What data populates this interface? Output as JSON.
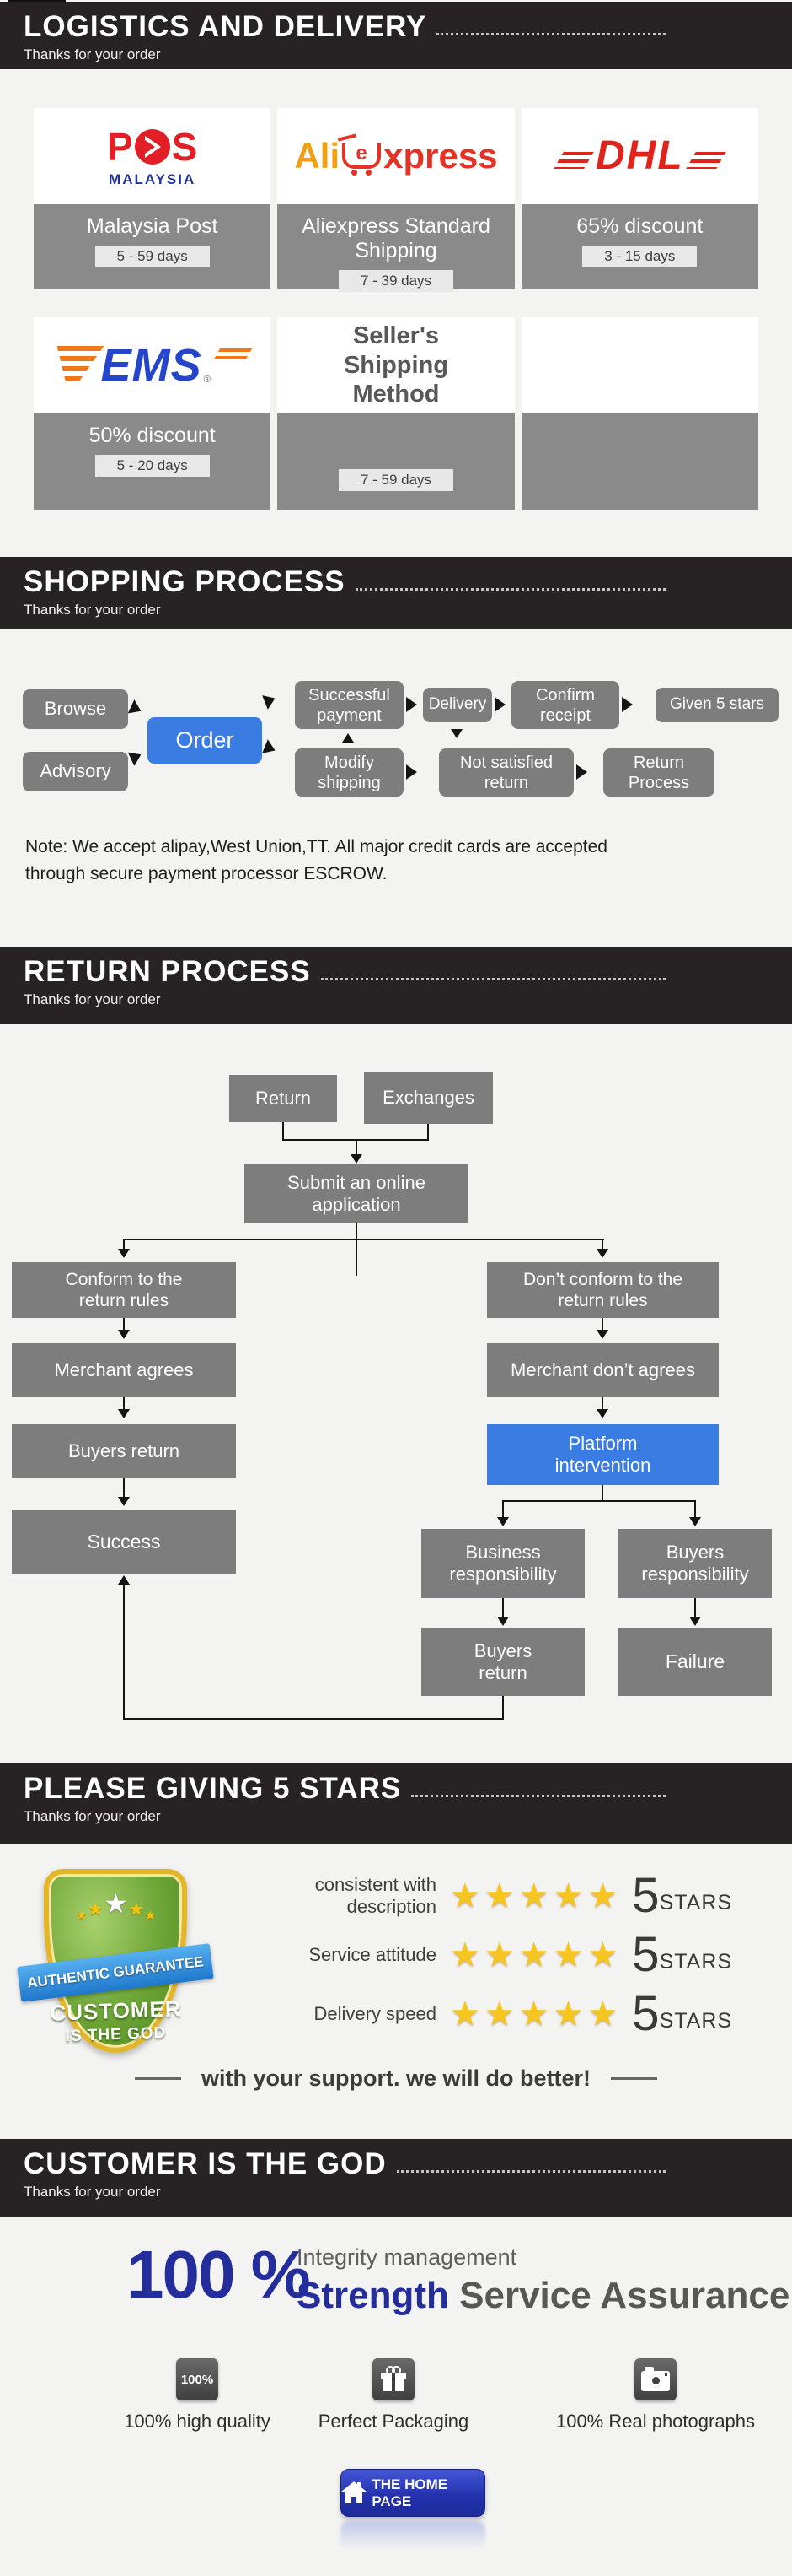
{
  "header_sections": {
    "logistics": "LOGISTICS AND DELIVERY",
    "shopping": "SHOPPING PROCESS",
    "return_process": "RETURN PROCESS",
    "five_stars": "PLEASE GIVING 5 STARS",
    "customer": "CUSTOMER IS THE GOD",
    "thanks": "Thanks for your order"
  },
  "logistics": {
    "pos": {
      "p": "P",
      "s": "S",
      "sub": "MALAYSIA"
    },
    "ali": {
      "prefix": "Ali",
      "cart_letter": "e",
      "suffix": "xpress"
    },
    "dhl": {
      "text": "DHL"
    },
    "ems": {
      "text": "EMS",
      "reg": "®"
    },
    "seller_method": "Seller's Shipping Method",
    "row1": [
      {
        "name": "Malaysia Post",
        "days": "5 - 59 days"
      },
      {
        "name": "Aliexpress Standard Shipping",
        "days": "7 - 39 days"
      },
      {
        "name": "65% discount",
        "days": "3 - 15 days"
      }
    ],
    "row2": [
      {
        "name": "50% discount",
        "days": "5 - 20 days"
      },
      {
        "name": "",
        "days": "7 - 59 days"
      },
      {
        "name": "",
        "days": ""
      }
    ]
  },
  "shopping": {
    "browse": "Browse",
    "advisory": "Advisory",
    "order": "Order",
    "successful_payment": "Successful payment",
    "delivery": "Delivery",
    "confirm_receipt": "Confirm receipt",
    "given_5_stars": "Given 5 stars",
    "modify_shipping": "Modify shipping",
    "not_satisfied_return": "Not satisfied return",
    "return_process": "Return Process",
    "note_line1": "Note: We accept alipay,West Union,TT. All major credit cards are accepted",
    "note_line2": "through secure payment processor ESCROW."
  },
  "return_flow": {
    "return": "Return",
    "exchanges": "Exchanges",
    "submit": "Submit an online application",
    "conform": "Conform to the return rules",
    "not_conform": "Don’t conform to the return rules",
    "merchant_agrees": "Merchant agrees",
    "merchant_dont_agrees": "Merchant don’t agrees",
    "buyers_return": "Buyers return",
    "platform": "Platform intervention",
    "success": "Success",
    "business_responsibility": "Business responsibility",
    "buyers_responsibility": "Buyers responsibility",
    "buyers_return2": "Buyers return",
    "failure": "Failure"
  },
  "five_stars": {
    "badge": {
      "ribbon": "AUTHENTIC GUARANTEE",
      "line1": "CUSTOMER",
      "line2": "IS THE GOD",
      "crown_stars": "★"
    },
    "rows": [
      {
        "label": "consistent with description",
        "stars": "★★★★★",
        "big": "5",
        "small": "STARS"
      },
      {
        "label": "Service attitude",
        "stars": "★★★★★",
        "big": "5",
        "small": "STARS"
      },
      {
        "label": "Delivery speed",
        "stars": "★★★★★",
        "big": "5",
        "small": "STARS"
      }
    ],
    "support": "with your support. we will do better!"
  },
  "customer": {
    "percent": "100 %",
    "integrity": "Integrity management",
    "strength": "Strength",
    "service": "Service Assurance",
    "exclaim": "!",
    "features": [
      {
        "icon": "hundred-percent-icon",
        "icon_text": "100%",
        "label": "100% high quality"
      },
      {
        "icon": "gift-icon",
        "label": "Perfect Packaging"
      },
      {
        "icon": "camera-icon",
        "label": "100% Real photographs"
      }
    ],
    "home_button": "THE HOME PAGE"
  },
  "colors": {
    "header_bg": "#272324",
    "flow_blue": "#3b7ce2",
    "button_blue": "#2433ad",
    "box_gray": "#7d7d7d",
    "star_gold": "#f6c51e",
    "dhl_red": "#e0241c",
    "pos_red": "#e21f26",
    "ems_blue": "#2546cb",
    "ali_orange": "#f2a013"
  }
}
